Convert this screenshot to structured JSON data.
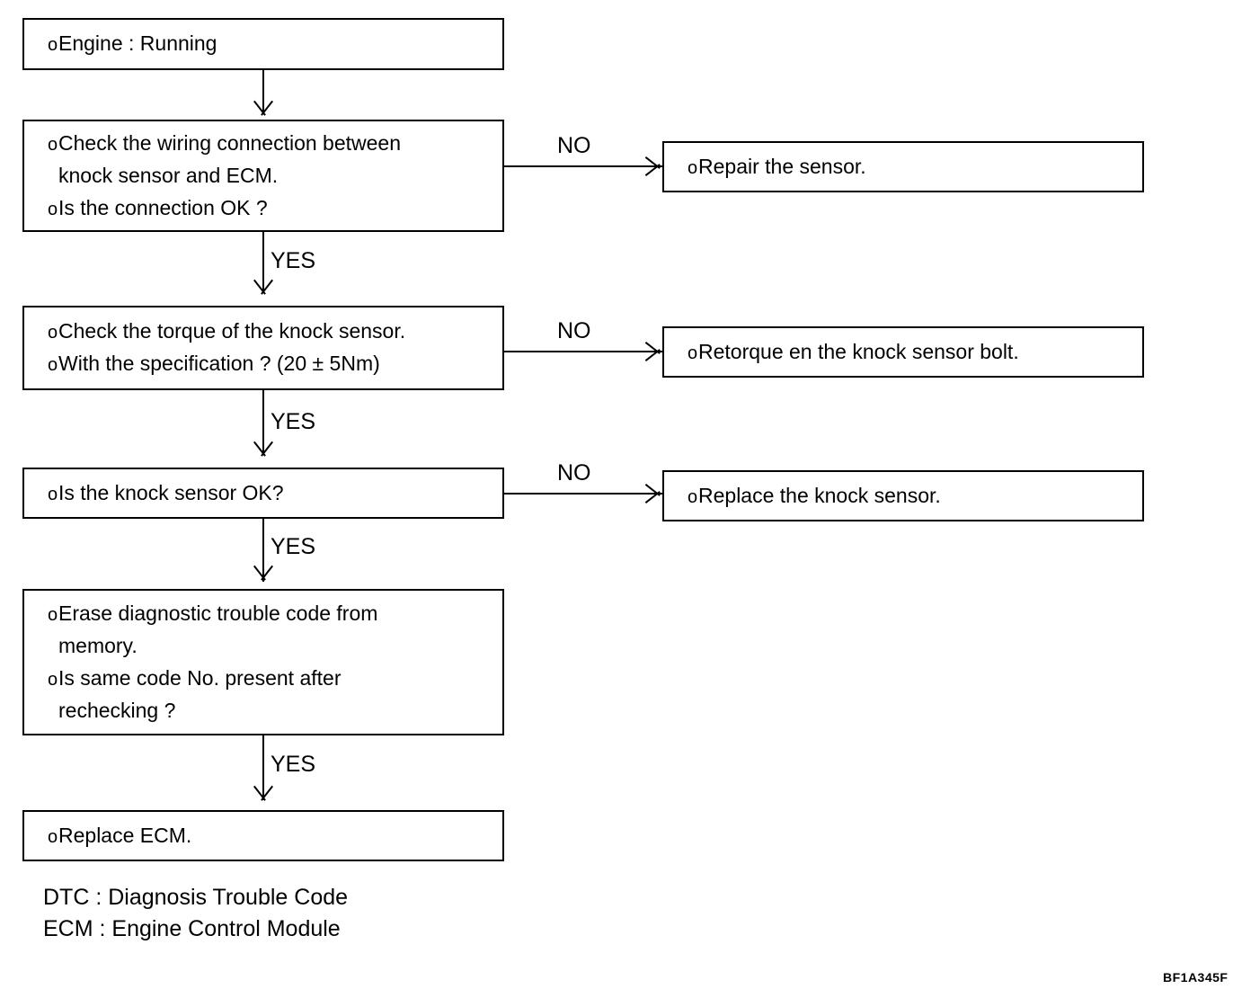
{
  "diagram": {
    "figure_code": "BF1A345F",
    "bullet_glyph": "o",
    "nodes": [
      {
        "id": "engine-running",
        "lines": [
          {
            "bullet": true,
            "text": "Engine : Running"
          }
        ]
      },
      {
        "id": "check-wiring",
        "lines": [
          {
            "bullet": true,
            "text": "Check the wiring connection between"
          },
          {
            "bullet": false,
            "text": "knock sensor and ECM."
          },
          {
            "bullet": true,
            "text": "Is the connection OK ?"
          }
        ]
      },
      {
        "id": "repair-sensor",
        "lines": [
          {
            "bullet": true,
            "text": "Repair the sensor."
          }
        ]
      },
      {
        "id": "check-torque",
        "lines": [
          {
            "bullet": true,
            "text": "Check the torque of the knock sensor."
          },
          {
            "bullet": true,
            "text": "With the specification ? (20 ± 5Nm)"
          }
        ]
      },
      {
        "id": "retorque-bolt",
        "lines": [
          {
            "bullet": true,
            "text": "Retorque en the knock sensor bolt."
          }
        ]
      },
      {
        "id": "sensor-ok",
        "lines": [
          {
            "bullet": true,
            "text": "Is the knock sensor OK?"
          }
        ]
      },
      {
        "id": "replace-sensor",
        "lines": [
          {
            "bullet": true,
            "text": "Replace the knock sensor."
          }
        ]
      },
      {
        "id": "erase-dtc",
        "lines": [
          {
            "bullet": true,
            "text": "Erase diagnostic trouble code from"
          },
          {
            "bullet": false,
            "text": "memory."
          },
          {
            "bullet": true,
            "text": "Is same code No. present after"
          },
          {
            "bullet": false,
            "text": "rechecking ?"
          }
        ]
      },
      {
        "id": "replace-ecm",
        "lines": [
          {
            "bullet": true,
            "text": "Replace ECM."
          }
        ]
      }
    ],
    "edge_labels": {
      "no_1": "NO",
      "no_2": "NO",
      "no_3": "NO",
      "yes_1": "YES",
      "yes_2": "YES",
      "yes_3": "YES",
      "yes_4": "YES"
    },
    "legend": {
      "line_1": "DTC : Diagnosis Trouble Code",
      "line_2": "ECM : Engine Control Module"
    }
  }
}
